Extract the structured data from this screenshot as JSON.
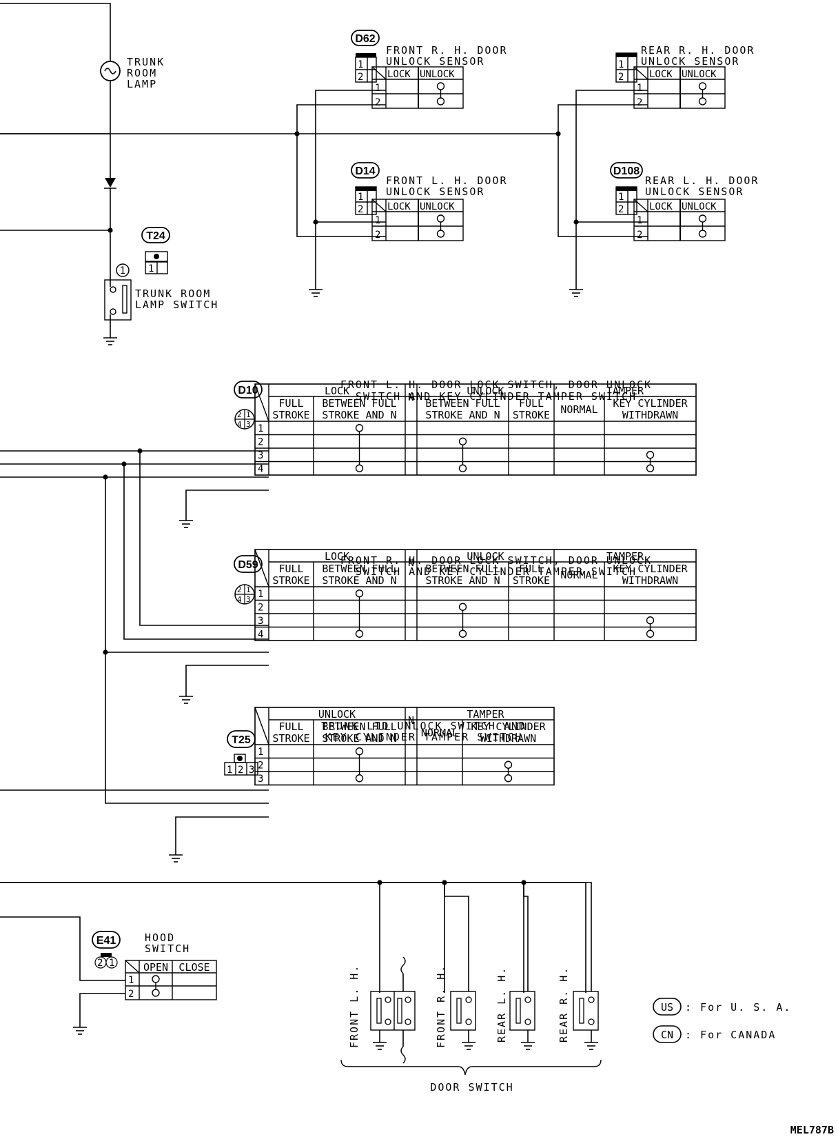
{
  "trunk_room_lamp": {
    "label": [
      "TRUNK",
      "ROOM",
      "LAMP"
    ]
  },
  "trunk_room_lamp_switch": {
    "connector": "T24",
    "pin_label": "1",
    "terminal": "1",
    "label": [
      "TRUNK ROOM",
      "LAMP SWITCH"
    ]
  },
  "front_rh_unlock_sensor": {
    "connector": "D62",
    "label": [
      "FRONT R. H. DOOR",
      "UNLOCK SENSOR"
    ]
  },
  "front_lh_unlock_sensor": {
    "connector": "D14",
    "label": [
      "FRONT L. H. DOOR",
      "UNLOCK SENSOR"
    ]
  },
  "rear_rh_unlock_sensor": {
    "label": [
      "REAR R. H. DOOR",
      "UNLOCK SENSOR"
    ]
  },
  "rear_lh_unlock_sensor": {
    "connector": "D108",
    "label": [
      "REAR L. H. DOOR",
      "UNLOCK SENSOR"
    ]
  },
  "sensor_table": {
    "col_lock": "LOCK",
    "col_unlock": "UNLOCK",
    "pins": [
      "1",
      "2"
    ]
  },
  "front_lh_door_lock_switch": {
    "connector": "D10",
    "title": [
      "FRONT L. H. DOOR LOCK SWITCH, DOOR UNLOCK",
      "SWITCH AND KEY CYLINDER TAMPER SWITCH"
    ],
    "pins": [
      "1",
      "2",
      "3",
      "4"
    ]
  },
  "front_rh_door_lock_switch": {
    "connector": "D59",
    "title": [
      "FRONT R. H. DOOR LOCK SWITCH, DOOR UNLOCK",
      "SWITCH AND KEY CYLINDER TAMPER SWITCH"
    ],
    "pins": [
      "1",
      "2",
      "3",
      "4"
    ]
  },
  "door_switch_table": {
    "group_lock": "LOCK",
    "group_unlock": "UNLOCK",
    "group_tamper": "TAMPER",
    "full_stroke": [
      "FULL",
      "STROKE"
    ],
    "between": [
      "BETWEEN FULL",
      "STROKE AND N"
    ],
    "n": "N",
    "normal": "NORMAL",
    "key_cyl": [
      "KEY CYLINDER",
      "WITHDRAWN"
    ]
  },
  "trunk_lid_switch": {
    "connector": "T25",
    "title": [
      "TRUNK LID UNLOCK SWITCH AND",
      "KEY CYLINDER TAMPER SWITCH"
    ],
    "connector_pins": [
      "1",
      "2",
      "3"
    ],
    "pins": [
      "1",
      "2",
      "3"
    ]
  },
  "hood_switch": {
    "connector": "E41",
    "connector_pins": [
      "2",
      "1"
    ],
    "label": [
      "HOOD",
      "SWITCH"
    ],
    "col_open": "OPEN",
    "col_close": "CLOSE",
    "pins": [
      "1",
      "2"
    ]
  },
  "door_switches": {
    "items": [
      "FRONT L. H.",
      "FRONT R. H.",
      "REAR L. H.",
      "REAR R. H."
    ],
    "caption": "DOOR SWITCH"
  },
  "legend": [
    {
      "code": "US",
      "text": ": For U. S. A."
    },
    {
      "code": "CN",
      "text": ": For CANADA"
    }
  ],
  "figure_ref": "MEL787B"
}
